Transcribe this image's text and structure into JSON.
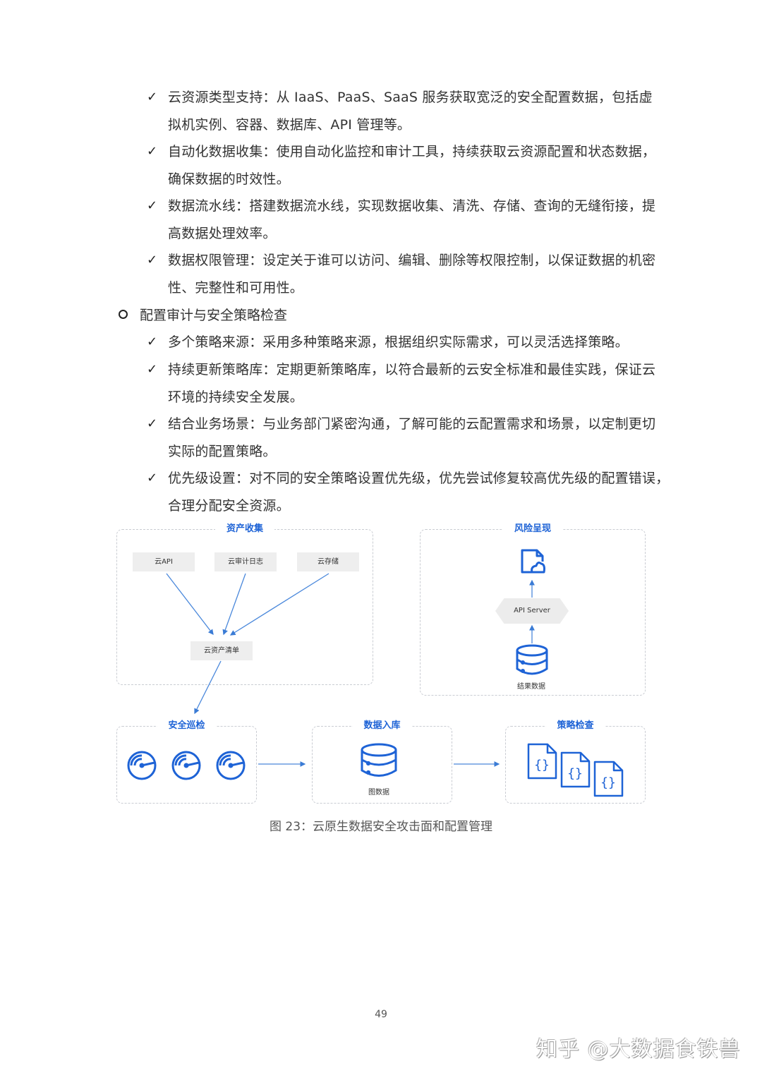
{
  "list_a": [
    {
      "lines": [
        "云资源类型支持：从 IaaS、PaaS、SaaS 服务获取宽泛的安全配置数据，包括虚",
        "拟机实例、容器、数据库、API 管理等。"
      ]
    },
    {
      "lines": [
        "自动化数据收集：使用自动化监控和审计工具，持续获取云资源配置和状态数据，",
        "确保数据的时效性。"
      ]
    },
    {
      "lines": [
        "数据流水线：搭建数据流水线，实现数据收集、清洗、存储、查询的无缝衔接，提",
        "高数据处理效率。"
      ]
    },
    {
      "lines": [
        "数据权限管理：设定关于谁可以访问、编辑、删除等权限控制，以保证数据的机密",
        "性、完整性和可用性。"
      ]
    }
  ],
  "section_heading": "配置审计与安全策略检查",
  "list_b": [
    {
      "lines": [
        "多个策略来源：采用多种策略来源，根据组织实际需求，可以灵活选择策略。"
      ]
    },
    {
      "lines": [
        "持续更新策略库：定期更新策略库，以符合最新的云安全标准和最佳实践，保证云",
        "环境的持续安全发展。"
      ]
    },
    {
      "lines": [
        "结合业务场景：与业务部门紧密沟通，了解可能的云配置需求和场景，以定制更切",
        "实际的配置策略。"
      ]
    },
    {
      "lines": [
        "优先级设置：对不同的安全策略设置优先级，优先尝试修复较高优先级的配置错误，",
        "合理分配安全资源。"
      ]
    }
  ],
  "check_glyph": "✓",
  "diagram": {
    "accent_color": "#1e63d6",
    "asset_collection": {
      "title": "资产收集",
      "sources": [
        "云API",
        "云审计日志",
        "云存储"
      ],
      "inventory": "云资产清单"
    },
    "risk_display": {
      "title": "风险呈现",
      "icon": "document-cloud-icon",
      "server": "API Server",
      "result_label": "结果数据"
    },
    "security_patrol": {
      "title": "安全巡检",
      "icons": [
        "radar-icon",
        "radar-icon",
        "radar-icon"
      ]
    },
    "data_ingest": {
      "title": "数据入库",
      "label": "图数据"
    },
    "policy_check": {
      "title": "策略检查",
      "icons": [
        "json-file-icon",
        "json-file-icon",
        "json-file-icon"
      ]
    }
  },
  "caption": "图 23：云原生数据安全攻击面和配置管理",
  "page_number": "49",
  "watermark": "知乎 @大数据食铁兽"
}
